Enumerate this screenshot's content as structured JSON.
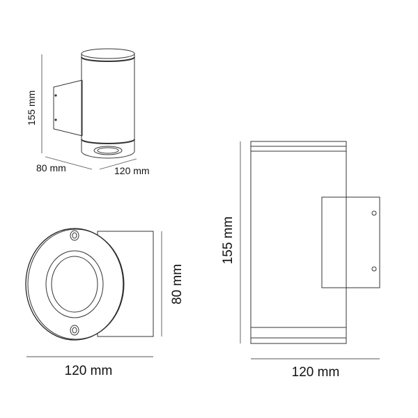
{
  "perspective_view": {
    "height_label": "155 mm",
    "depth_label": "80 mm",
    "width_label": "120 mm"
  },
  "front_view": {
    "height_label": "80 mm",
    "width_label": "120 mm"
  },
  "side_view": {
    "height_label": "155 mm",
    "width_label": "120 mm"
  }
}
